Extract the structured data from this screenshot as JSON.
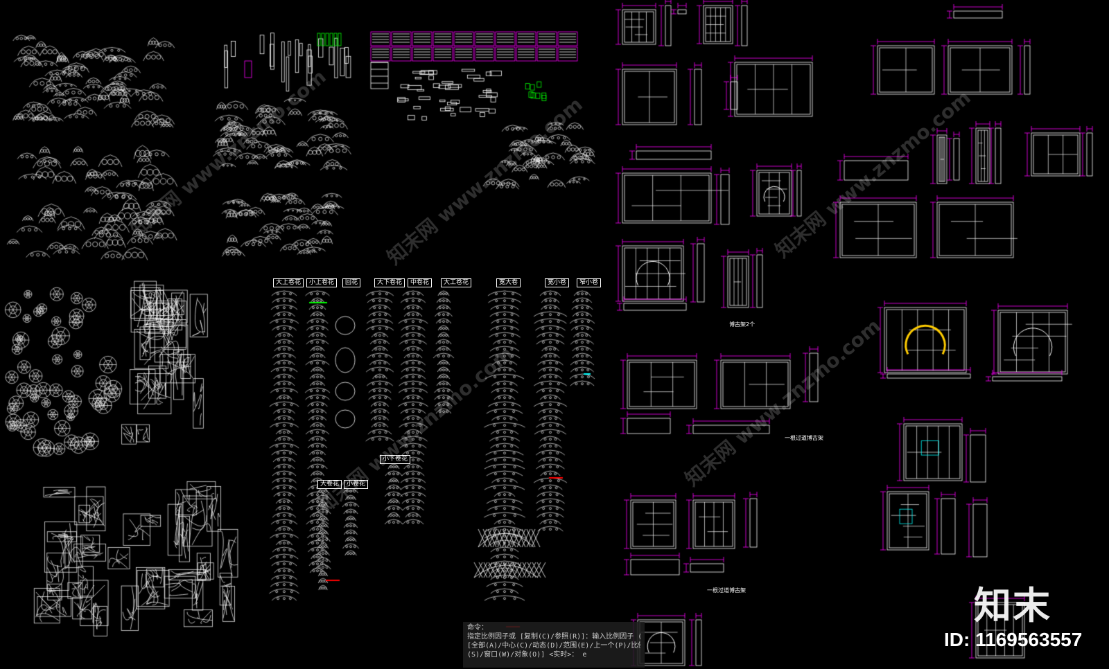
{
  "labels": [
    {
      "text": "大上卷花"
    },
    {
      "text": "小上卷花"
    },
    {
      "text": "回花"
    },
    {
      "text": "大下卷花"
    },
    {
      "text": "中卷花"
    },
    {
      "text": "大工卷花"
    },
    {
      "text": "宽大卷"
    },
    {
      "text": "宽小卷"
    },
    {
      "text": "窄小卷"
    },
    {
      "text": "小下卷花"
    },
    {
      "text": "大卷花"
    },
    {
      "text": "小卷花"
    }
  ],
  "notes": [
    {
      "text": "一根过道博古架"
    },
    {
      "text": "一根过道博古架"
    },
    {
      "text": "博古架2个"
    }
  ],
  "command_line": [
    "命令：",
    "指定比例因子或 [复制(C)/参照(R)]：输入比例因子 (nX 或 nXP)，或",
    "[全部(A)/中心(C)/动态(D)/范围(E)/上一个(P)/比例",
    "(S)/窗口(W)/对象(O)] <实时>： e"
  ],
  "watermark": {
    "logo": "知末",
    "id_text": "ID: 1169563557",
    "repeat_text": "知末网 www.znzmo.com"
  },
  "colors": {
    "background": "#000000",
    "linework": "#ffffff",
    "dimension": "#ff00ff",
    "cyan": "#00ffff",
    "green": "#00ff00",
    "red": "#ff0000",
    "yellow": "#ffcc00"
  }
}
